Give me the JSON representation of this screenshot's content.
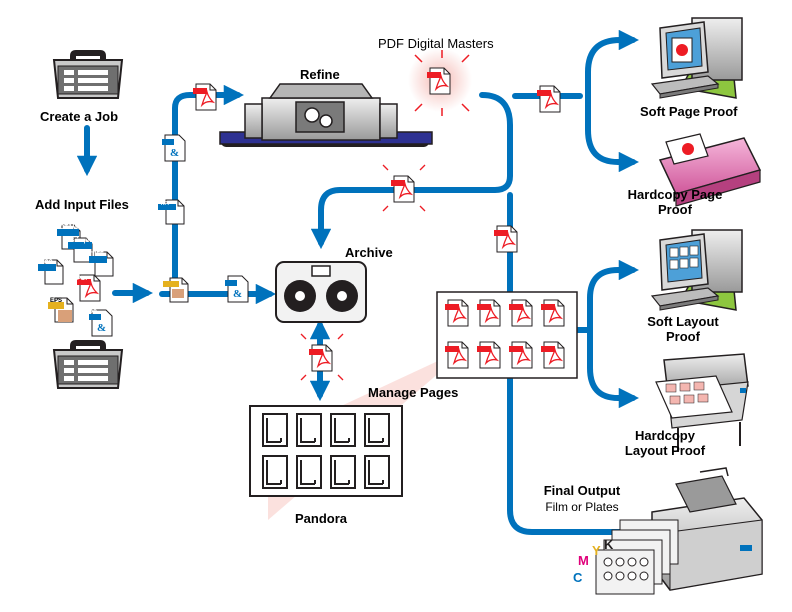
{
  "labels": {
    "create_job": "Create a Job",
    "add_input": "Add Input Files",
    "refine": "Refine",
    "pdf_masters": "PDF Digital Masters",
    "archive": "Archive",
    "manage_pages": "Manage Pages",
    "pandora": "Pandora",
    "soft_page_proof": "Soft Page Proof",
    "hardcopy_page_proof_1": "Hardcopy Page",
    "hardcopy_page_proof_2": "Proof",
    "soft_layout_proof_1": "Soft Layout",
    "soft_layout_proof_2": "Proof",
    "hardcopy_layout_proof_1": "Hardcopy",
    "hardcopy_layout_proof_2": "Layout Proof",
    "final_output": "Final Output",
    "film_plates": "Film or Plates"
  },
  "file_tags": {
    "ctlw": "CT/LW",
    "brisque": "Brisque",
    "tiff": "TIFF",
    "dcs": "DCS",
    "pdf": "PDF",
    "eps": "EPS",
    "ps": "PS"
  },
  "cmyk": {
    "m": "M",
    "y": "Y",
    "k": "K",
    "c": "C"
  },
  "colors": {
    "flow": "#0072bc",
    "pdf_red": "#ed1c24",
    "glow": "#f4b6b0",
    "ink": "#231f20"
  }
}
